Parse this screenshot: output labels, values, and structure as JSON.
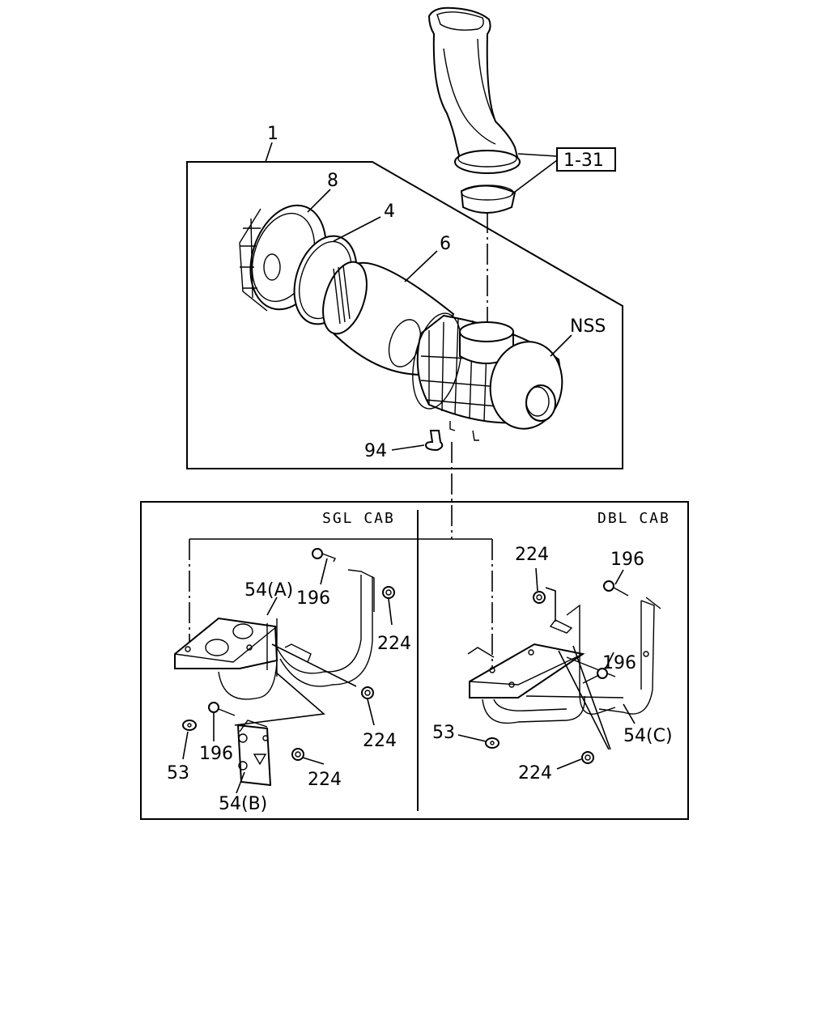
{
  "diagram": {
    "callouts": {
      "assembly": "1",
      "cover": "8",
      "gasket": "4",
      "element": "6",
      "ref_box": "1-31",
      "nss": "NSS",
      "valve": "94",
      "sgl_bracket_a": "54(A)",
      "sgl_bolt_top": "196",
      "sgl_nut_top": "224",
      "sgl_nut_mid": "224",
      "sgl_bolt_low": "196",
      "sgl_nut_low": "224",
      "sgl_washer": "53",
      "sgl_bracket_b": "54(B)",
      "dbl_nut_top": "224",
      "dbl_bolt_top": "196",
      "dbl_bolt_mid": "196",
      "dbl_bracket_c": "54(C)",
      "dbl_washer": "53",
      "dbl_nut_low": "224"
    },
    "sections": {
      "sgl": "SGL CAB",
      "dbl": "DBL CAB"
    }
  }
}
